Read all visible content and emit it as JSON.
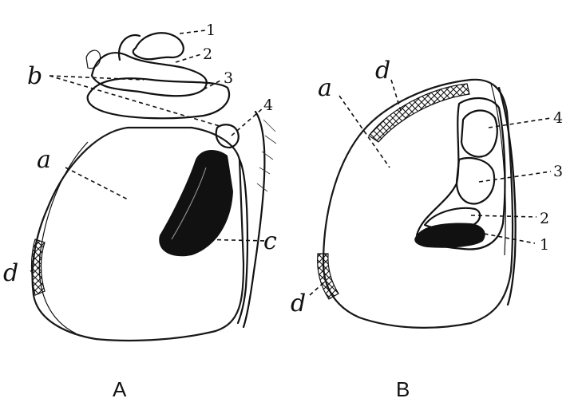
{
  "figure": {
    "panels": [
      {
        "caption": "A",
        "labels": {
          "a": "a",
          "b": "b",
          "c": "c",
          "d": "d"
        },
        "numbers": [
          "1",
          "2",
          "3",
          "4"
        ]
      },
      {
        "caption": "B",
        "labels": {
          "a": "a",
          "d_top": "d",
          "d_bottom": "d"
        },
        "numbers": [
          "1",
          "2",
          "3",
          "4"
        ]
      }
    ],
    "colors": {
      "ink": "#111111",
      "paper": "#ffffff"
    }
  }
}
